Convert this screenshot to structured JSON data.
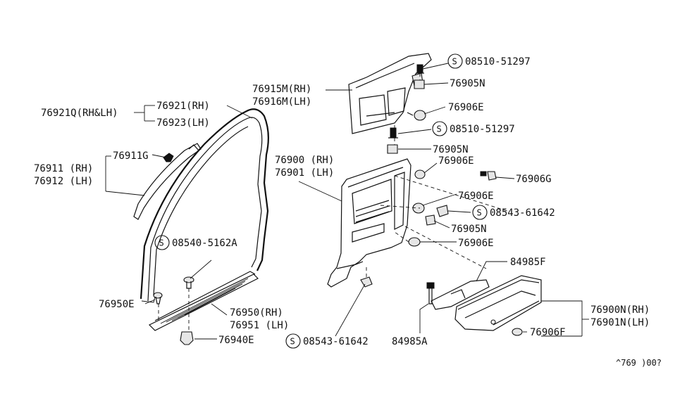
{
  "labels": {
    "p76921q": "76921Q(RH&LH)",
    "p76921": "76921(RH)",
    "p76923": "76923(LH)",
    "p76911g": "76911G",
    "p76911": "76911 (RH)",
    "p76912": "76912 (LH)",
    "s08540": "08540-5162A",
    "p76950e": "76950E",
    "p76950": "76950(RH)",
    "p76951": "76951 (LH)",
    "p76940e": "76940E",
    "s08543b": "08543-61642",
    "p76915m": "76915M(RH)",
    "p76916m": "76916M(LH)",
    "s08510a": "08510-51297",
    "p76905n_a": "76905N",
    "p76906e_a": "76906E",
    "s08510b": "08510-51297",
    "p76905n_b": "76905N",
    "p76900": "76900 (RH)",
    "p76901": "76901 (LH)",
    "p76906e_b": "76906E",
    "p76906g": "76906G",
    "p76906e_c": "76906E",
    "s08543a": "08543-61642",
    "p76905n_c": "76905N",
    "p76906e_d": "76906E",
    "p84985f": "84985F",
    "p84985a": "84985A",
    "p76900n": "76900N(RH)",
    "p76901n": "76901N(LH)",
    "p76906f": "76906F",
    "catalog": "^769 )00?"
  },
  "symbols": {
    "screw_mark": "S"
  }
}
